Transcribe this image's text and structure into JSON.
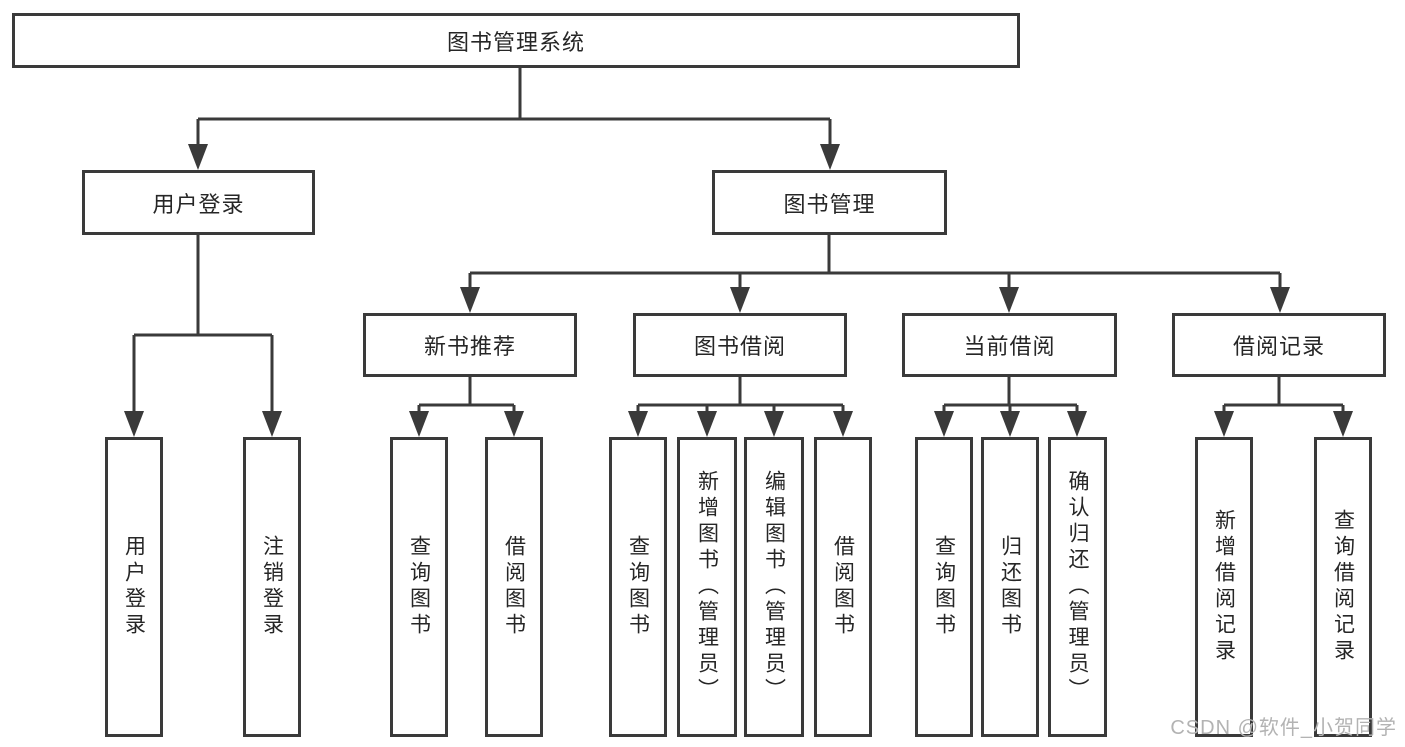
{
  "diagram": {
    "root": {
      "label": "图书管理系统"
    },
    "branches": [
      {
        "label": "用户登录",
        "children": [
          {
            "label": "用户登录"
          },
          {
            "label": "注销登录"
          }
        ]
      },
      {
        "label": "图书管理",
        "children": [
          {
            "label": "新书推荐",
            "children": [
              {
                "label": "查询图书"
              },
              {
                "label": "借阅图书"
              }
            ]
          },
          {
            "label": "图书借阅",
            "children": [
              {
                "label": "查询图书"
              },
              {
                "label": "新增图书（管理员）"
              },
              {
                "label": "编辑图书（管理员）"
              },
              {
                "label": "借阅图书"
              }
            ]
          },
          {
            "label": "当前借阅",
            "children": [
              {
                "label": "查询图书"
              },
              {
                "label": "归还图书"
              },
              {
                "label": "确认归还（管理员）"
              }
            ]
          },
          {
            "label": "借阅记录",
            "children": [
              {
                "label": "新增借阅记录"
              },
              {
                "label": "查询借阅记录"
              }
            ]
          }
        ]
      }
    ]
  },
  "watermark": {
    "text": "CSDN @软件_小贺同学"
  },
  "colors": {
    "line": "#3a3a3a",
    "text": "#262626",
    "background": "#ffffff",
    "watermark": "#b3b3b3"
  }
}
